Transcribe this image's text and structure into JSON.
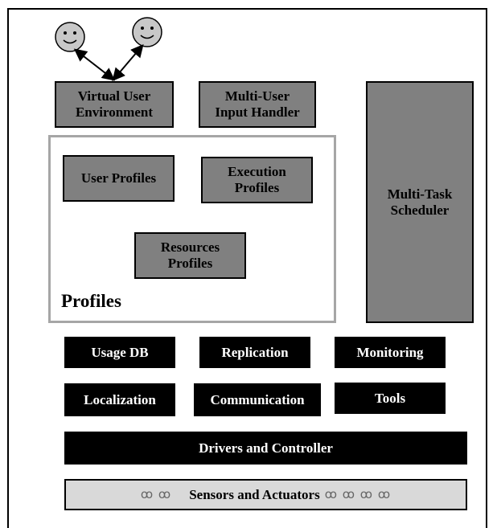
{
  "diagram": {
    "virtual_user_env": "Virtual User Environment",
    "multi_user_input": "Multi-User Input Handler",
    "multi_task_scheduler": "Multi-Task Scheduler",
    "user_profiles": "User Profiles",
    "execution_profiles": "Execution Profiles",
    "resources_profiles": "Resources Profiles",
    "profiles_label": "Profiles",
    "usage_db": "Usage DB",
    "replication": "Replication",
    "monitoring": "Monitoring",
    "localization": "Localization",
    "communication": "Communication",
    "tools": "Tools",
    "drivers_controller": "Drivers and Controller",
    "sensors_actuators": "Sensors and Actuators"
  },
  "icons": {
    "user_face": "smiley-face-icon",
    "sensor_glyph": "sensor-link-icon"
  },
  "colors": {
    "module_gray": "#808080",
    "module_black": "#000000",
    "profiles_border": "#a6a6a6",
    "sensors_bg": "#d9d9d9"
  }
}
